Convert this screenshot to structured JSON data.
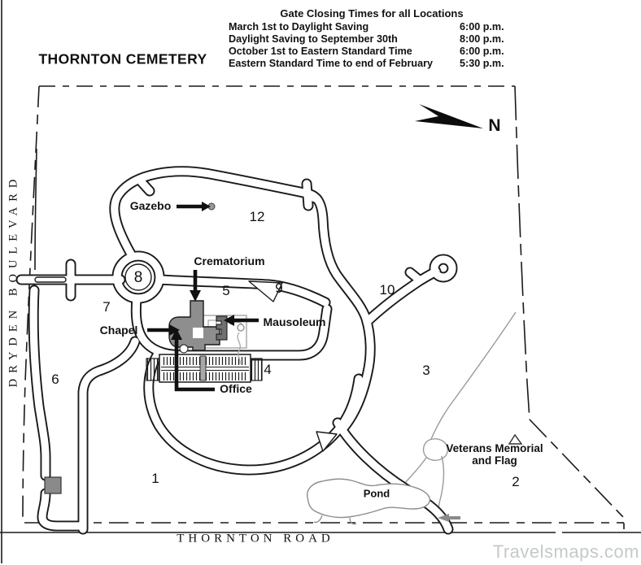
{
  "title": "THORNTON CEMETERY",
  "schedule": {
    "title": "Gate Closing Times for all Locations",
    "rows": [
      {
        "label": "March 1st to Daylight Saving",
        "time": "6:00 p.m."
      },
      {
        "label": "Daylight Saving to September 30th",
        "time": "8:00 p.m."
      },
      {
        "label": "October 1st to Eastern Standard Time",
        "time": "6:00 p.m."
      },
      {
        "label": "Eastern Standard Time to end of February",
        "time": "5:30 p.m."
      }
    ]
  },
  "compass": {
    "label": "N"
  },
  "streets": {
    "west": "DRYDEN BOULEVARD",
    "south": "THORNTON ROAD"
  },
  "features": {
    "gazebo": "Gazebo",
    "crematorium": "Crematorium",
    "chapel": "Chapel",
    "mausoleum": "Mausoleum",
    "office": "Office",
    "pond": "Pond",
    "veterans_line1": "Veterans Memorial",
    "veterans_line2": "and Flag"
  },
  "sections": {
    "s1": "1",
    "s2": "2",
    "s3": "3",
    "s4": "4",
    "s5": "5",
    "s6": "6",
    "s7": "7",
    "s8": "8",
    "s9": "9",
    "s10": "10",
    "s12": "12"
  },
  "watermark": "Travelsmaps.com",
  "colors": {
    "line_black": "#1a1a1a",
    "building_gray": "#8e8e8e",
    "mausoleum_gray": "#707070",
    "water_gray": "#9a9a9a",
    "watermark_gray": "#c5c9c9"
  }
}
